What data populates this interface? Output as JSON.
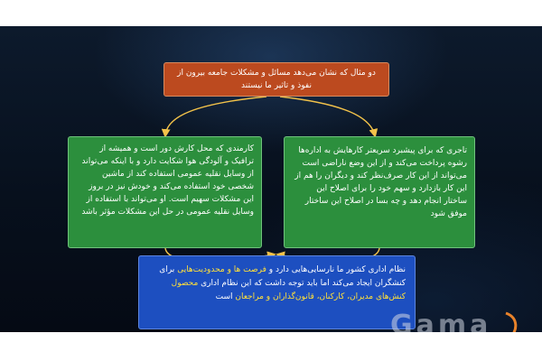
{
  "diagram": {
    "top_box": "دو مثال که نشان می‌دهد مسائل و مشکلات جامعه بیرون از نفوذ و تاثیر ما نیستند",
    "left_box": "کارمندی که محل کارش دور است و همیشه از ترافیک و آلودگی هوا شکایت دارد و با اینکه می‌تواند از وسایل نقلیه عمومی استفاده کند از ماشین شخصی خود استفاده می‌کند و خودش نیز در بروز این مشکلات سهیم است. او می‌تواند با استفاده از وسایل نقلیه عمومی در حل این مشکلات مؤثر باشد",
    "right_box": "تاجری که برای پیشبرد سریعتر کارهایش به اداره‌ها رشوه پرداخت می‌کند و از این وضع ناراضی است می‌تواند از این کار صرف‌نظر کند و دیگران را هم از این کار بازدارد و سهم خود را برای اصلاح این ساختار انجام دهد و چه بسا در اصلاح این ساختار موفق شود",
    "bottom_box": {
      "part1": "نظام اداری کشور ما نارسایی‌هایی دارد و ",
      "part2": "فرصت ها و محدودیت‌هایی",
      "part3": " برای کنشگران ایجاد می‌کند اما باید توجه داشت که این نظام اداری ",
      "part4": "محصول کنش‌های مدیران، کارکنان، قانون‌گذاران و مراجعان",
      "part5": " است"
    }
  },
  "logo": {
    "text": "Gama"
  },
  "colors": {
    "top_box": "#bc4a1f",
    "green_box": "#2c8f3d",
    "blue_box": "#1d4fc0",
    "arrow": "#f2c24a",
    "highlight": "#ffe03a",
    "logo_accent": "#e8822a"
  }
}
